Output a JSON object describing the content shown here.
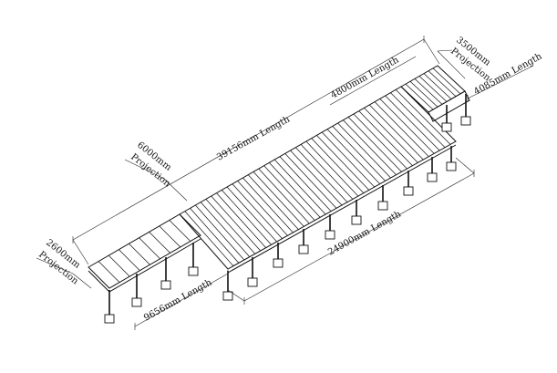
{
  "diagram": {
    "labels": {
      "overall_length": "39156mm Length",
      "mid_length": "4800mm Length",
      "right_projection_value": "3500mm",
      "right_projection_word": "Projection",
      "right_length": "4085mm Length",
      "center_projection_value": "6000mm",
      "center_projection_word": "Projection",
      "left_projection_value": "2600mm",
      "left_projection_word": "Projection",
      "left_length": "9656mm Length",
      "center_length": "24900mm Length"
    }
  }
}
